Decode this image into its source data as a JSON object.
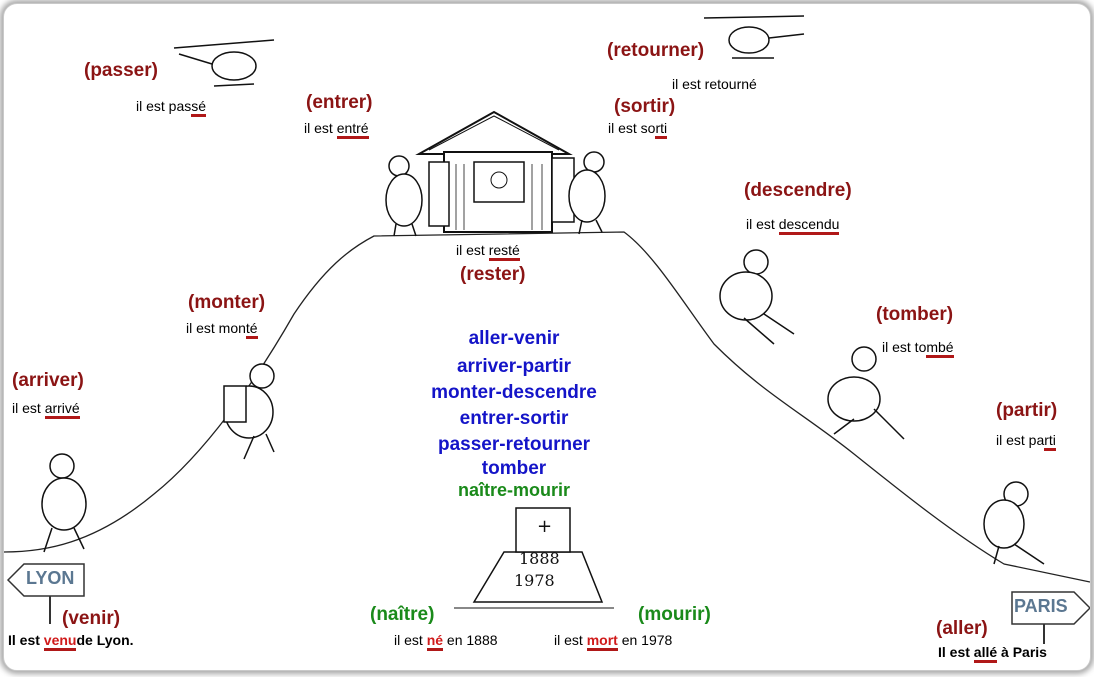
{
  "verbs": {
    "passer": {
      "verb": "(passer)",
      "pre": "il est pas",
      "ul": "sé",
      "post": ""
    },
    "entrer": {
      "verb": "(entrer)",
      "pre": "il est ",
      "ul": "entré",
      "post": ""
    },
    "retourner": {
      "verb": "(retourner)",
      "pre": "il est retourné",
      "ul": "",
      "post": ""
    },
    "sortir": {
      "verb": "(sortir)",
      "pre": "il est so",
      "ul": "rti",
      "post": ""
    },
    "descendre": {
      "verb": "(descendre)",
      "pre": "il est ",
      "ul": "descendu",
      "post": ""
    },
    "rester": {
      "verb": "(rester)",
      "pre": "il est ",
      "ul": "resté",
      "post": ""
    },
    "monter": {
      "verb": "(monter)",
      "pre": "il est mon",
      "ul": "té",
      "post": ""
    },
    "tomber": {
      "verb": "(tomber)",
      "pre": "il est to",
      "ul": "mbé",
      "post": ""
    },
    "arriver": {
      "verb": "(arriver)",
      "pre": "il est ",
      "ul": "arrivé",
      "post": ""
    },
    "partir": {
      "verb": "(partir)",
      "pre": "il est pa",
      "ul": "rti",
      "post": ""
    },
    "venir": {
      "verb": "(venir)",
      "pre": "Il est ",
      "ul": "venu",
      "post": "de Lyon."
    },
    "naitre": {
      "verb": "(naître)",
      "pre": "il est ",
      "ul": "né",
      "post": " en 1888"
    },
    "mourir": {
      "verb": "(mourir)",
      "pre": "il est ",
      "ul": "mort",
      "post": " en 1978"
    },
    "aller": {
      "verb": "(aller)",
      "pre": "Il est ",
      "ul": "allé",
      "post": " à Paris"
    }
  },
  "pairs": [
    "aller-venir",
    "arriver-partir",
    "monter-descendre",
    "entrer-sortir",
    "passer-retourner",
    "tomber"
  ],
  "pair_green": "naître-mourir",
  "signs": {
    "lyon": "LYON",
    "paris": "PARIS"
  },
  "tomb": {
    "year1": "1888",
    "year2": "1978",
    "cross": "+"
  },
  "colors": {
    "verb": "#8b1414",
    "verb_green": "#1a8a1a",
    "pair": "#1414c8",
    "underline": "#b01818",
    "sign_text": "#5b7791"
  }
}
